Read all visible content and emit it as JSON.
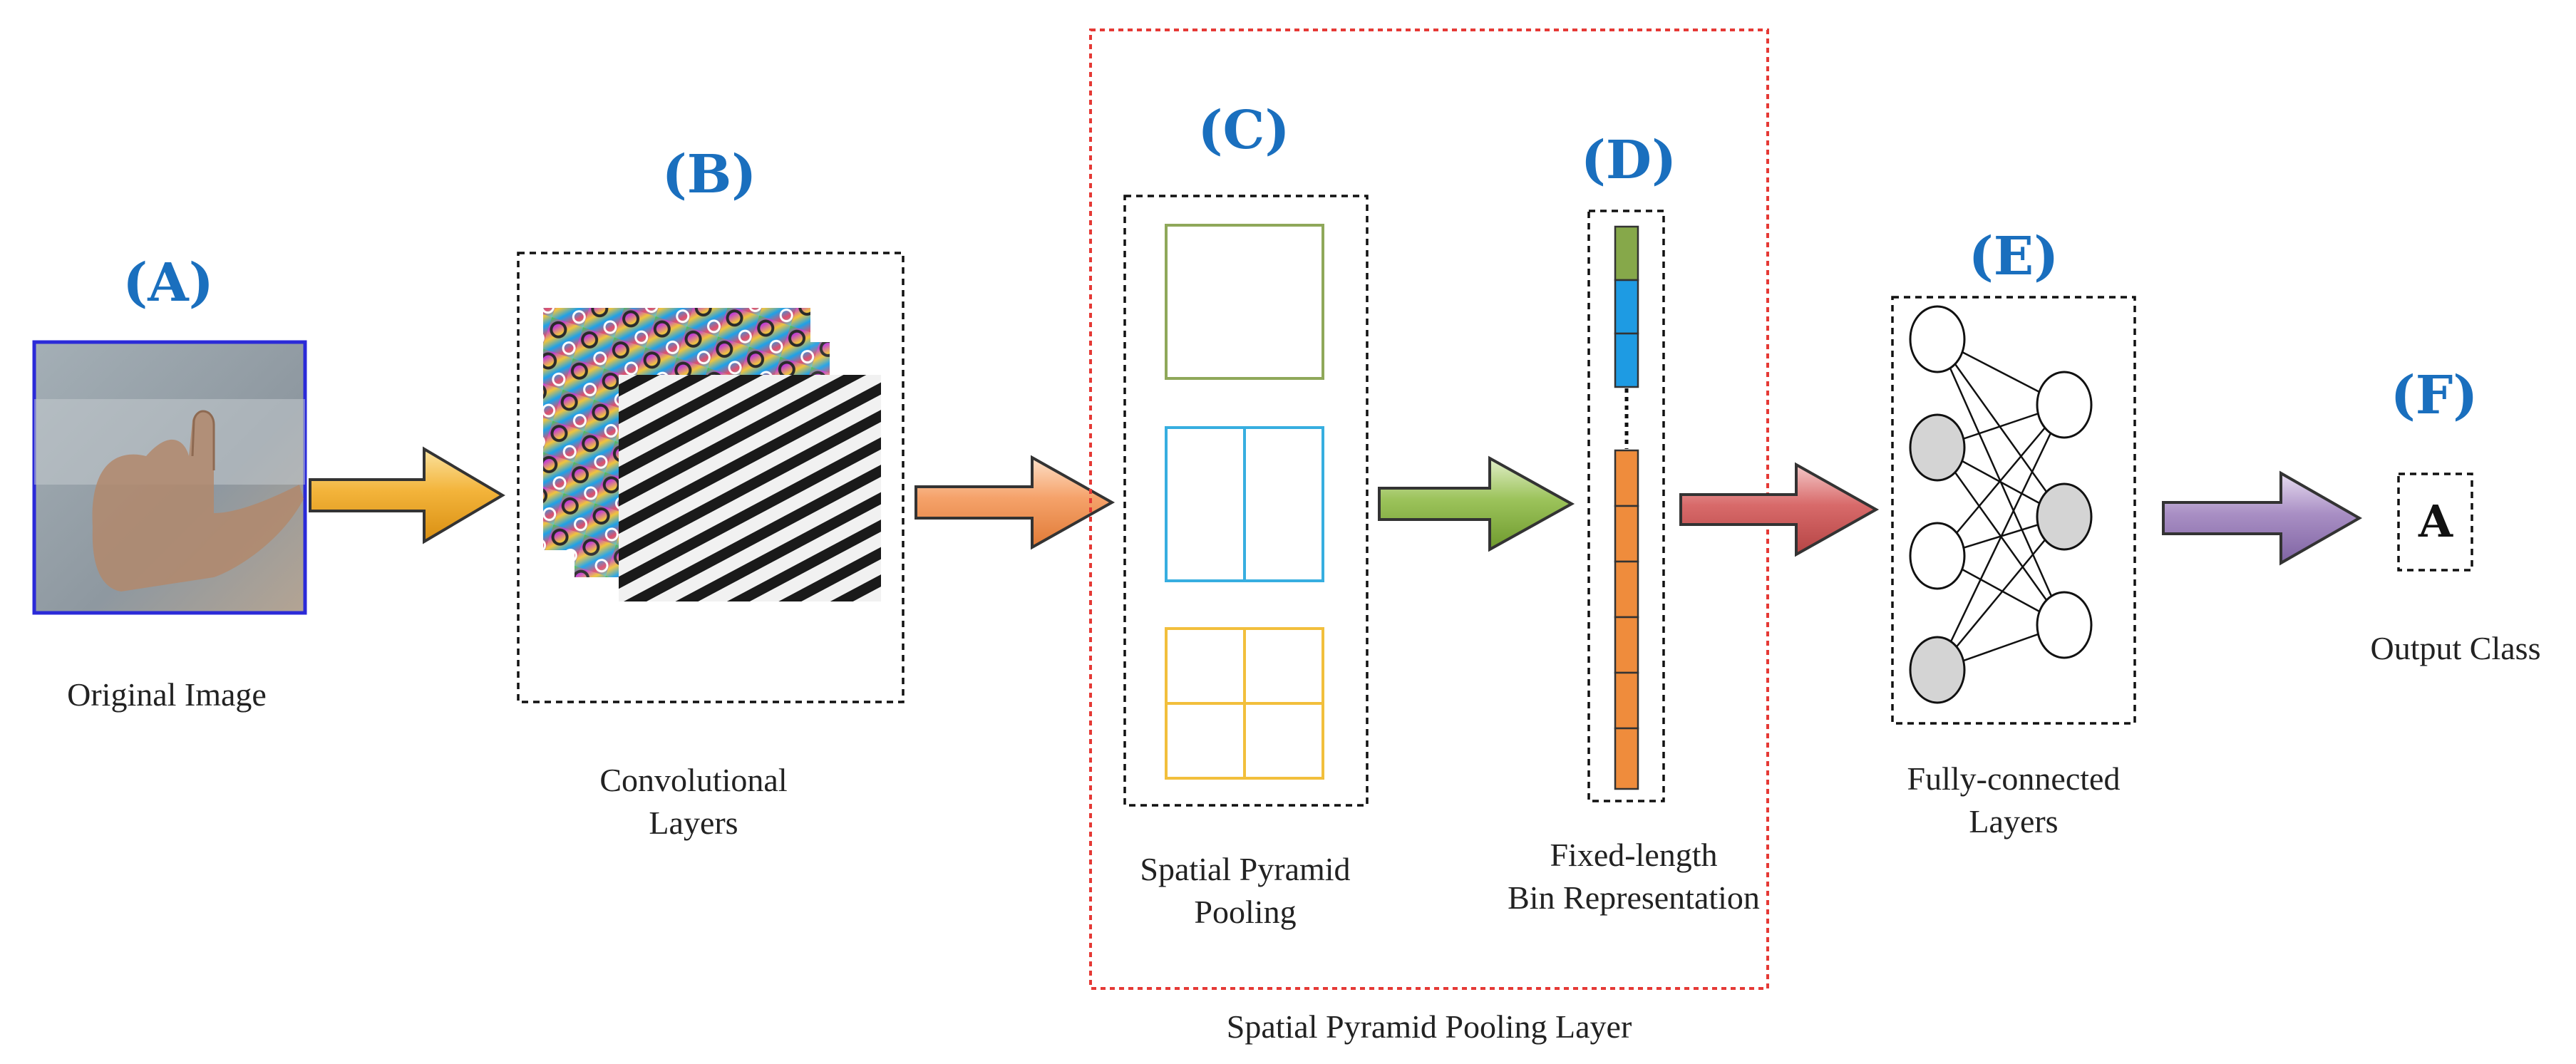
{
  "colors": {
    "letter_blue": "#1a6fbe",
    "stage_border": "#111111",
    "spp_layer_border": "#e53935",
    "arrow_1": "#f3b43b",
    "arrow_2": "#f5a26a",
    "arrow_3": "#9cc35b",
    "arrow_4": "#d86a6a",
    "arrow_5": "#a98fc4",
    "pool_1x1": "#8fa85a",
    "pool_2x2": "#37aee0",
    "pool_3x3": "#f2bf3c",
    "bin_green": "#86a84a",
    "bin_blue": "#1e9be3",
    "bin_orange": "#ef8c3c",
    "node_white": "#ffffff",
    "node_gray": "#d4d4d4"
  },
  "stages": {
    "a": {
      "letter": "(A)",
      "caption": [
        "Original Image"
      ]
    },
    "b": {
      "letter": "(B)",
      "caption": [
        "Convolutional",
        "Layers"
      ]
    },
    "c": {
      "letter": "(C)",
      "caption": [
        "Spatial Pyramid",
        "Pooling"
      ]
    },
    "d": {
      "letter": "(D)",
      "caption": [
        "Fixed-length",
        "Bin Representation"
      ]
    },
    "e": {
      "letter": "(E)",
      "caption": [
        "Fully-connected",
        "Layers"
      ]
    },
    "f": {
      "letter": "(F)",
      "caption": [
        "Output Class"
      ],
      "output_value": "A"
    }
  },
  "spp_layer_caption": "Spatial Pyramid Pooling Layer",
  "icons": {
    "original_image": "hand-sign-photo",
    "feature_maps": "feature-map-stack",
    "flow_arrow": "right-arrow-icon"
  }
}
